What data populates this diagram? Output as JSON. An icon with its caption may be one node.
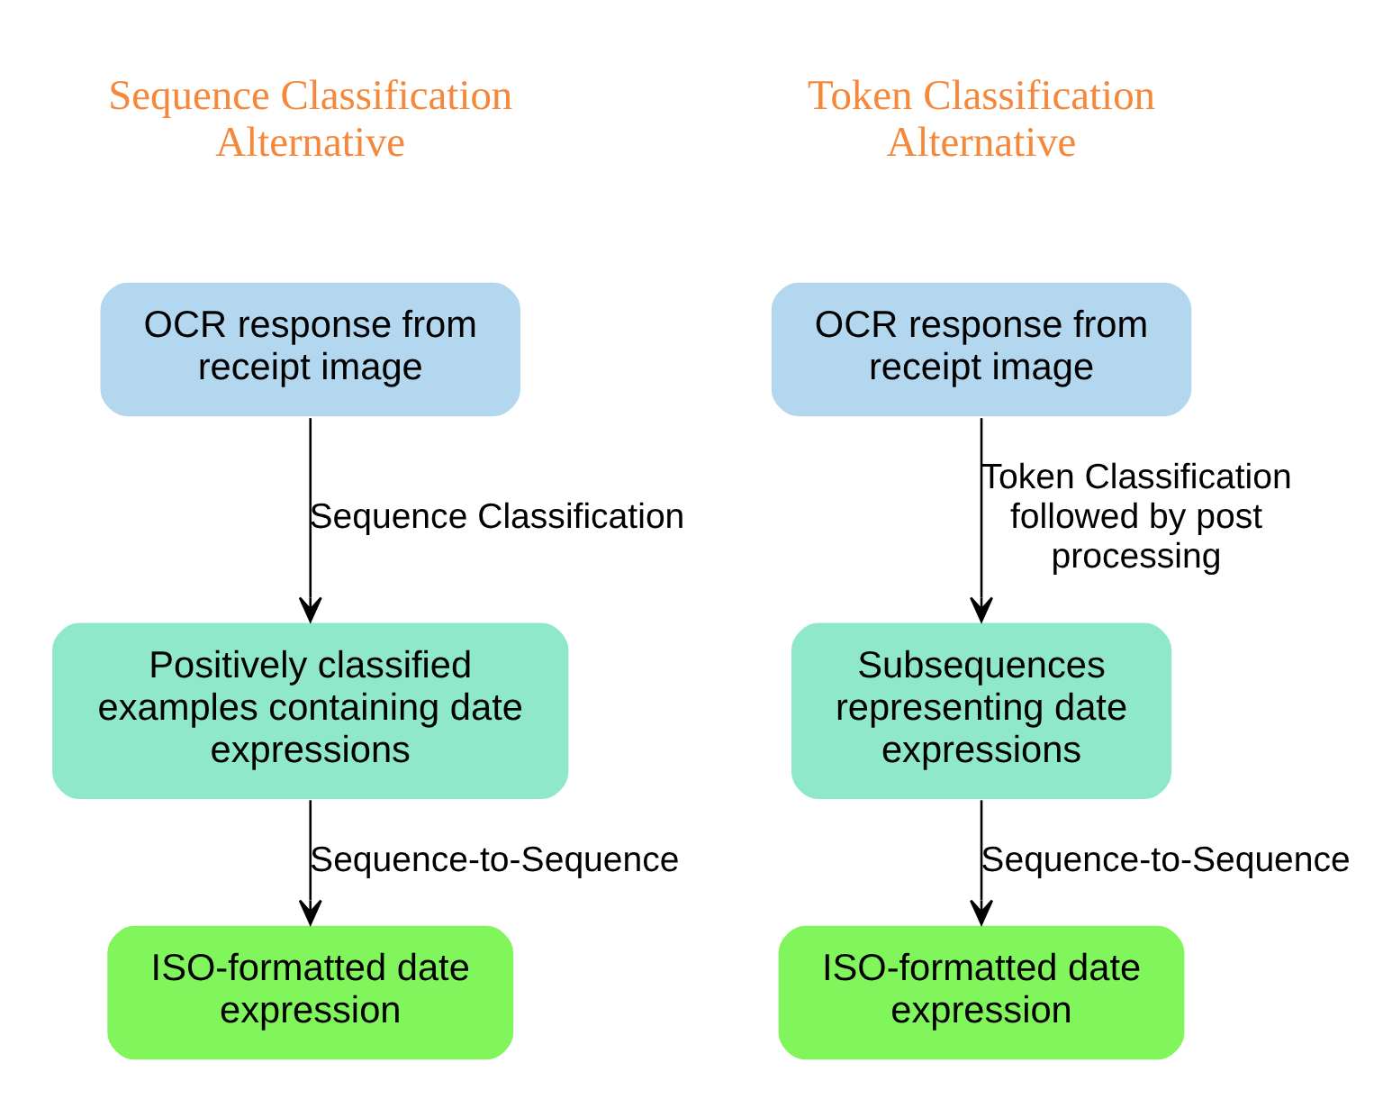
{
  "diagram": {
    "nodes": [
      {
        "text": [
          "OCR response from receipt image"
        ]
      },
      {
        "text": [
          "Positively classified examples containing date expressions"
        ]
      },
      {
        "text": [
          "ISO-formatted date expression"
        ]
      },
      {
        "text": [
          "OCR response from receipt image"
        ]
      },
      {
        "text": [
          "Subsequences representing date expressions"
        ]
      },
      {
        "text": [
          "ISO-formatted date expression"
        ]
      }
    ],
    "edges": [
      {
        "from": 0,
        "to": 1,
        "arrow": "to",
        "label": "Sequence Classification"
      },
      {
        "from": 1,
        "to": 2,
        "arrow": "to",
        "label": "Sequence-to-Sequence"
      },
      {
        "from": 3,
        "to": 4,
        "arrow": "to",
        "label": "Token Classification followed by post processing"
      },
      {
        "from": 4,
        "to": 5,
        "arrow": "to",
        "label": "Sequence-to-Sequence"
      }
    ],
    "labels": [
      "Sequence Classification Alternative",
      "Token Classification Alternative"
    ]
  }
}
